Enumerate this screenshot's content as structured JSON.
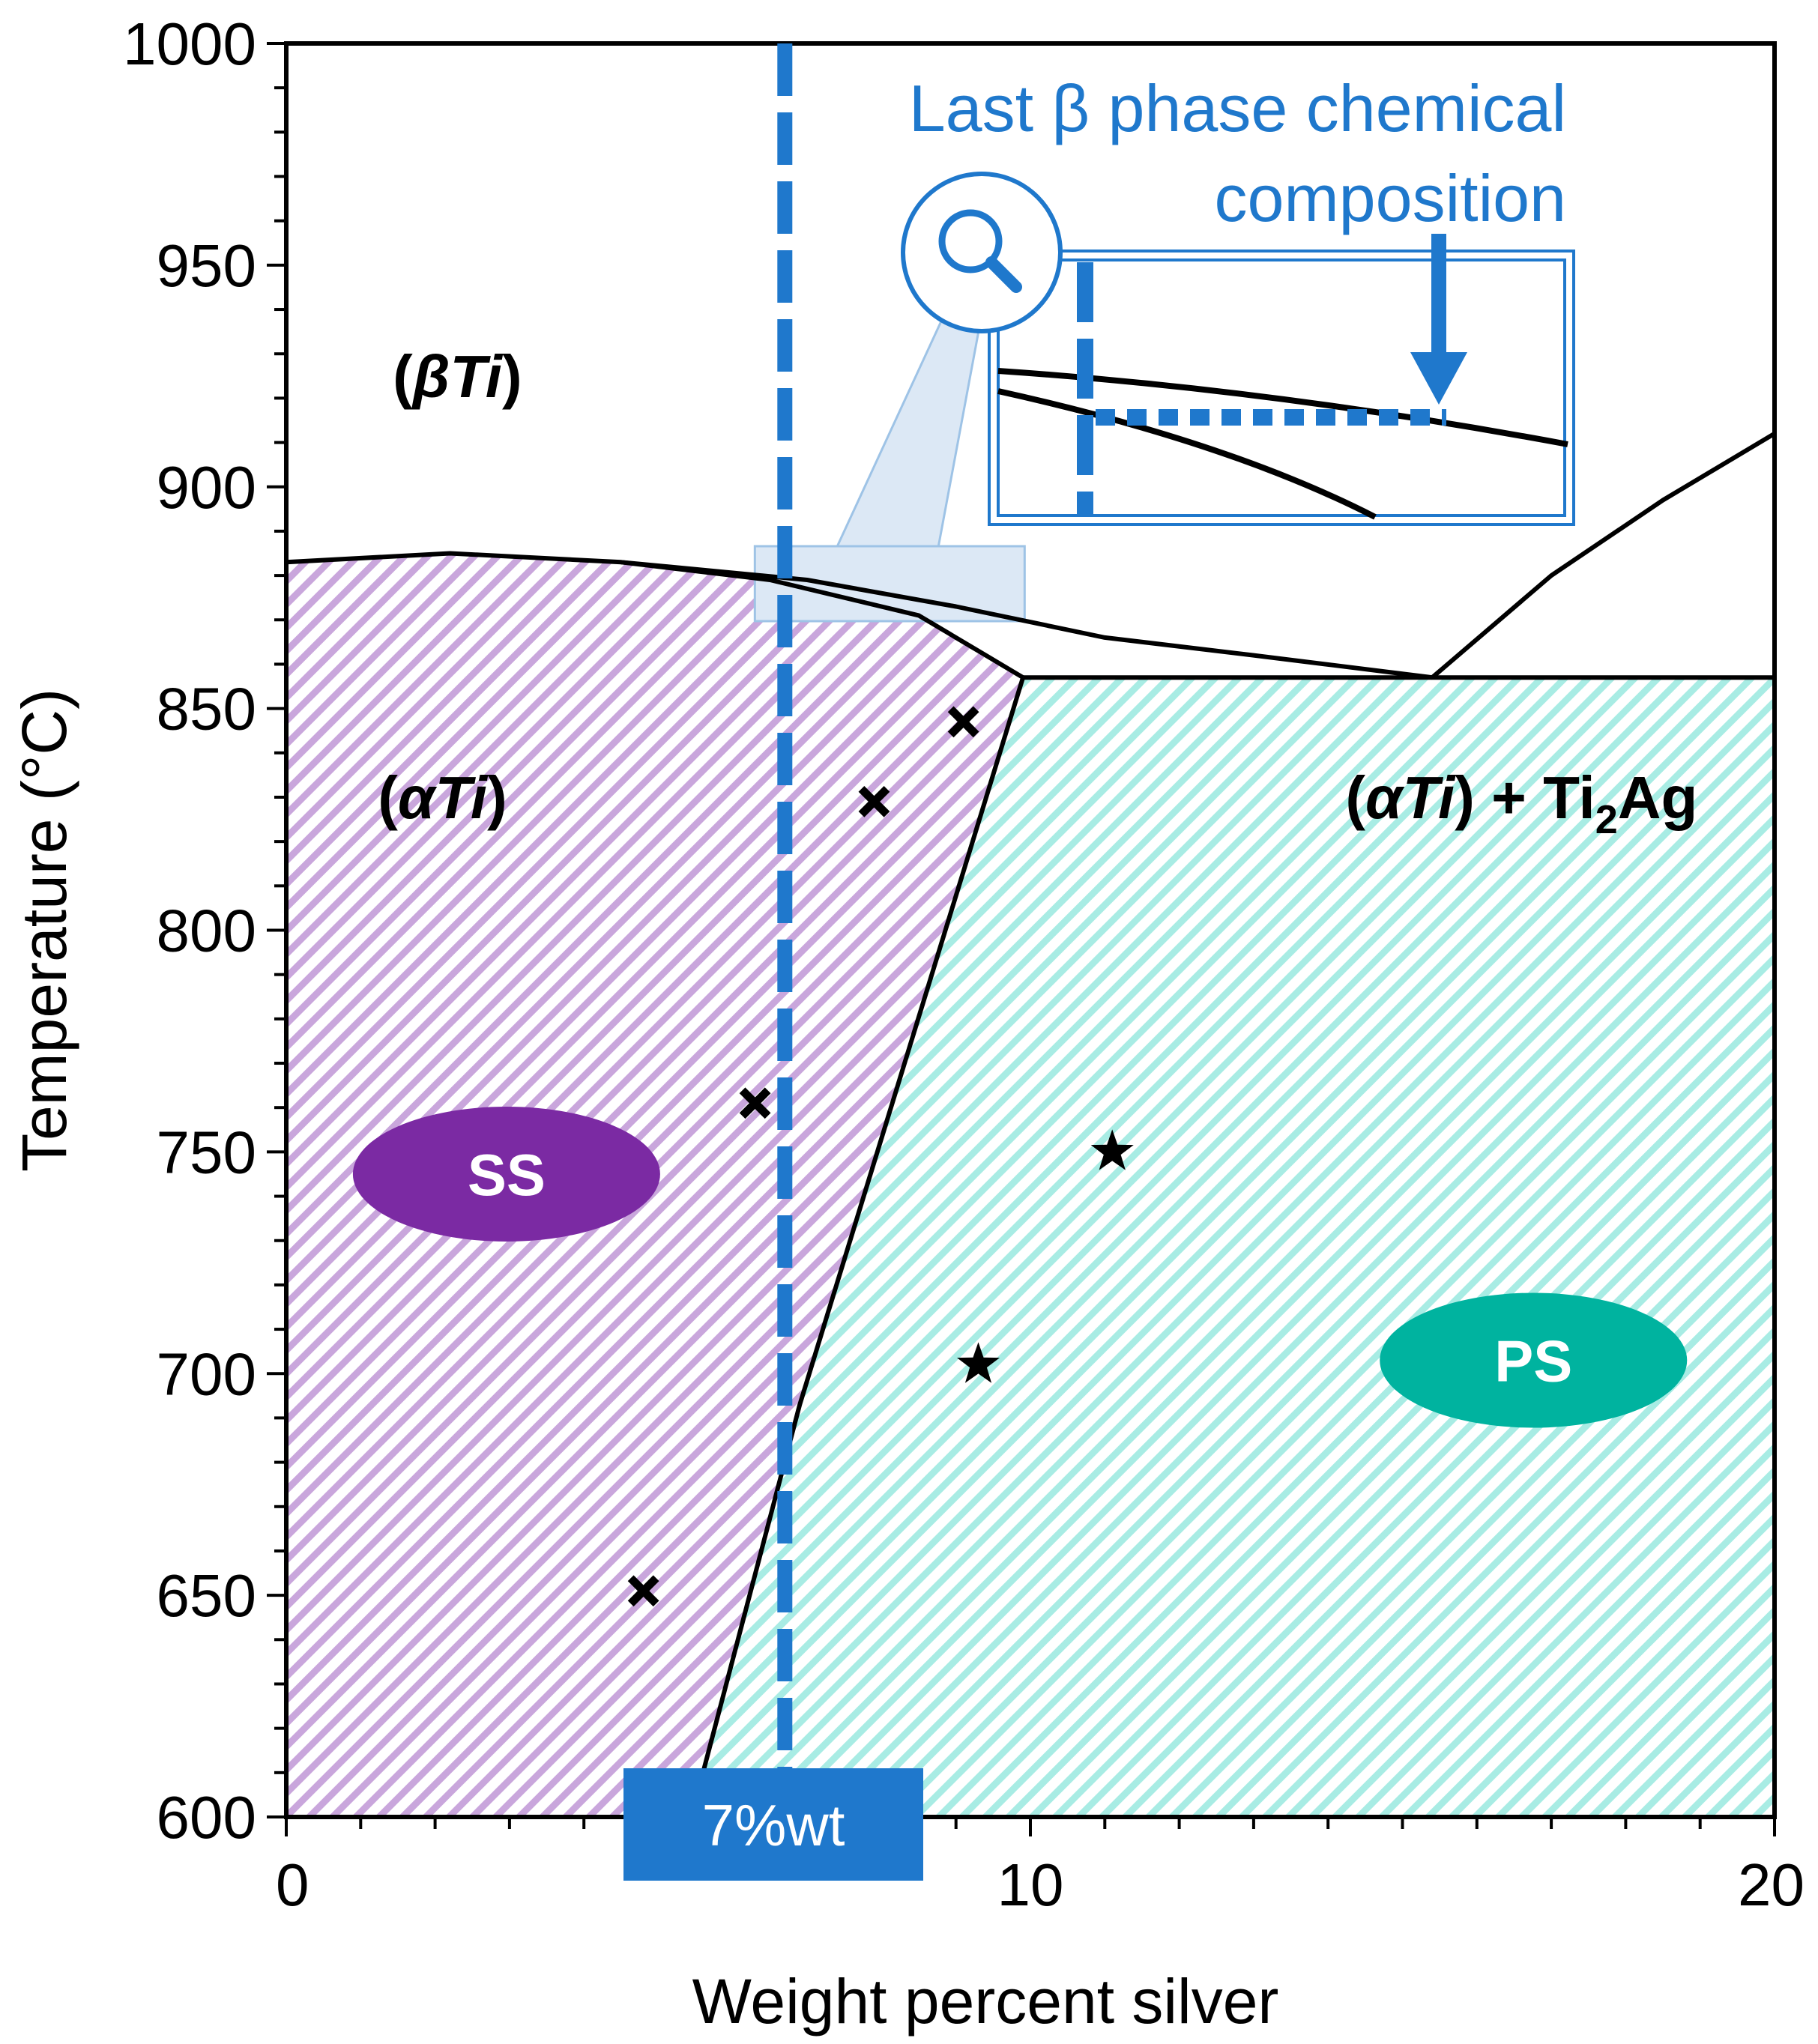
{
  "chart_data": {
    "type": "phase_diagram",
    "xlabel": "Weight percent silver",
    "ylabel": "Temperature (°C)",
    "xlim": [
      0,
      20
    ],
    "ylim": [
      600,
      1000
    ],
    "x_ticks": [
      0,
      10,
      20
    ],
    "y_ticks": [
      600,
      650,
      700,
      750,
      800,
      850,
      900,
      950,
      1000
    ],
    "x_minor_step": 1,
    "y_minor_step": 10,
    "grid": false,
    "phase_boundaries": [
      {
        "id": "alpha-beta-transus-upper",
        "points": [
          [
            0,
            883
          ],
          [
            2.2,
            885
          ],
          [
            4.5,
            883
          ],
          [
            7,
            879
          ],
          [
            9,
            873
          ],
          [
            11,
            866
          ],
          [
            13,
            862
          ],
          [
            15.4,
            857
          ]
        ]
      },
      {
        "id": "alpha-beta-transus-lower",
        "points": [
          [
            4.5,
            883
          ],
          [
            6.5,
            879
          ],
          [
            8.5,
            871
          ],
          [
            9.4,
            862
          ],
          [
            9.9,
            857
          ]
        ]
      },
      {
        "id": "eutectoid-line",
        "points": [
          [
            9.9,
            857
          ],
          [
            20,
            857
          ]
        ]
      },
      {
        "id": "beta-ti2ag-boundary",
        "points": [
          [
            15.4,
            857
          ],
          [
            17,
            880
          ],
          [
            18.5,
            897
          ],
          [
            20,
            912
          ]
        ]
      },
      {
        "id": "alpha-solvus",
        "points": [
          [
            9.9,
            857
          ],
          [
            6.9,
            693
          ],
          [
            5.6,
            610
          ]
        ]
      }
    ],
    "regions": [
      {
        "label_main": "βTi",
        "x": 2.3,
        "y": 925
      },
      {
        "label_main": "αTi",
        "x": 2.1,
        "y": 830
      },
      {
        "label_main": "αTi",
        "label_tail": ") + Ti",
        "label_sub": "2",
        "label_end": "Ag",
        "x": 16.6,
        "y": 830
      }
    ],
    "series": [
      {
        "marker": "x",
        "points": [
          [
            4.8,
            651
          ],
          [
            6.3,
            761
          ],
          [
            7.9,
            829
          ],
          [
            9.1,
            847
          ]
        ]
      },
      {
        "marker": "star",
        "points": [
          [
            9.3,
            702
          ],
          [
            11.1,
            750
          ]
        ]
      }
    ],
    "bubbles": [
      {
        "text": "SS",
        "x": 3.0,
        "y": 745,
        "color": "#7b2aa3"
      },
      {
        "text": "PS",
        "x": 16.8,
        "y": 703,
        "color": "#00b39f"
      }
    ],
    "reference_line": {
      "x": 6.7,
      "label": "7%wt",
      "color": "#1f78cc"
    },
    "annotation": {
      "lines": [
        "Last β phase chemical",
        "composition"
      ],
      "color": "#1f78cc"
    },
    "colors": {
      "alpha_hatch": "#c9a6dc",
      "two_phase_hatch": "#a8ece4",
      "accent": "#1f78cc",
      "zoom_fill": "#dce8f5"
    },
    "icon": "magnifier-icon"
  }
}
